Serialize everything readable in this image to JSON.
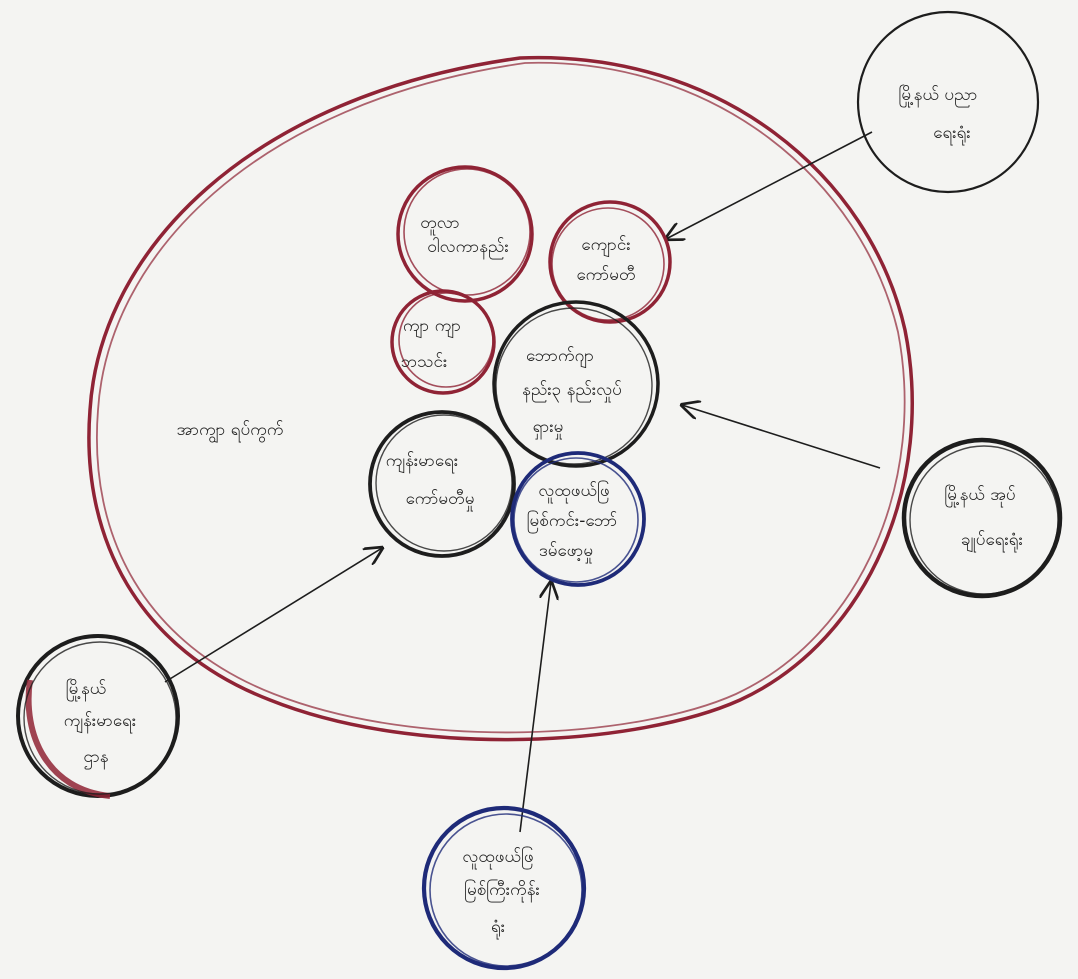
{
  "colors": {
    "background": "#f4f4f2",
    "ink": "#1d1d1d",
    "maroon": "#8f2335",
    "navy": "#1e2a78"
  },
  "diagram": {
    "outer_label": "အာကျွာ ရပ်ကွက်",
    "inner_circles": [
      {
        "id": "c1",
        "lines": [
          "တူလာ",
          "ဝါလကာနည်း"
        ],
        "color": "maroon"
      },
      {
        "id": "c2",
        "lines": [
          "ကျောင်း",
          "ကော်မတီ"
        ],
        "color": "maroon"
      },
      {
        "id": "c3",
        "lines": [
          "ကျာ ကျာ",
          "ဘသင်း"
        ],
        "color": "maroon"
      },
      {
        "id": "c4",
        "lines": [
          "ဘောက်ဂျာ",
          "နည်း၃ နည်းလှုပ်",
          "ရှားမှု"
        ],
        "color": "black"
      },
      {
        "id": "c5",
        "lines": [
          "ကျန်းမာရေး",
          "ကော်မတီမှု"
        ],
        "color": "black"
      },
      {
        "id": "c6",
        "lines": [
          "လူထုဖယ်ဖြ",
          "မြစ်ကင်း-ဘော်",
          "ဒမ်ဖော့မှု"
        ],
        "color": "navy"
      }
    ],
    "outer_circles": [
      {
        "id": "o1",
        "lines": [
          "မြို့နယ် ပညာ",
          "ရေးရုံး"
        ],
        "color": "black"
      },
      {
        "id": "o2",
        "lines": [
          "မြို့နယ် အုပ်",
          "ချုပ်ရေးရုံး"
        ],
        "color": "black"
      },
      {
        "id": "o3",
        "lines": [
          "မြို့နယ်",
          "ကျန်းမာရေး",
          "ဌာန"
        ],
        "color": "maroon"
      },
      {
        "id": "o4",
        "lines": [
          "လူထုဖယ်ဖြ",
          "မြစ်ကြီးကိုန်း",
          "ရုံး"
        ],
        "color": "navy"
      }
    ]
  }
}
